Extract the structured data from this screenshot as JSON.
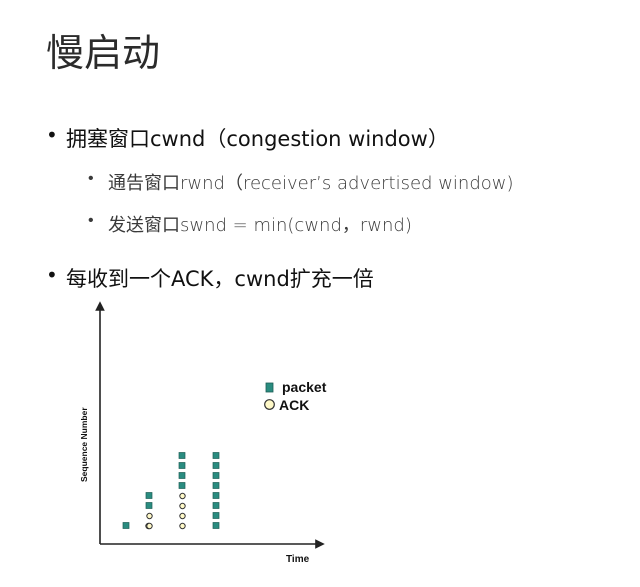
{
  "slide": {
    "title": "慢启动",
    "bullets": [
      {
        "text": "拥塞窗口cwnd（congestion window）"
      },
      {
        "text": "通告窗口rwnd（receiver’s advertised window)"
      },
      {
        "text": "发送窗口swnd = min(cwnd，rwnd)"
      },
      {
        "text": "每收到一个ACK，cwnd扩充一倍"
      }
    ]
  },
  "figure": {
    "y_axis_label": "Sequence Number",
    "x_axis_label": "Time",
    "legend": {
      "packet_label": "packet",
      "ack_label": "ACK"
    },
    "colors": {
      "packet": "#2a8c80",
      "ack_fill": "#fff9c8",
      "ack_stroke": "#333333",
      "axis": "#222222"
    },
    "rounds": [
      {
        "packets": 1,
        "acks": 1
      },
      {
        "packets": 2,
        "acks": 2
      },
      {
        "packets": 4,
        "acks": 4
      },
      {
        "packets": 8,
        "acks": 0
      }
    ]
  }
}
